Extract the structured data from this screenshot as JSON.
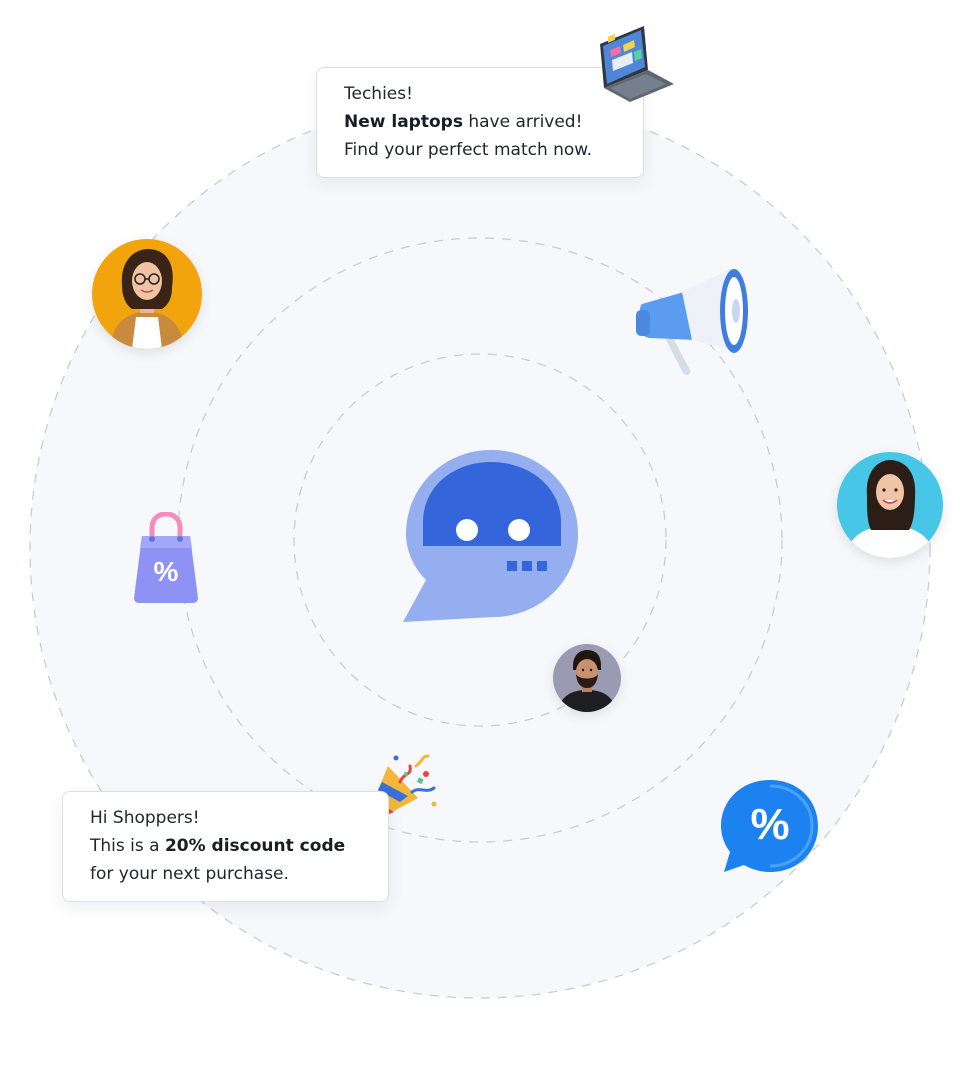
{
  "cards": {
    "laptops": {
      "line1": "Techies!",
      "line2_bold": "New laptops",
      "line2_rest": " have arrived!",
      "line3": "Find your perfect match now."
    },
    "discount": {
      "line1": "Hi Shoppers!",
      "line2_pre": "This is a ",
      "line2_bold": "20% discount code",
      "line3": "for your next purchase."
    }
  },
  "icons": {
    "center": "chatbot-bubble-icon",
    "laptop": "laptop-icon",
    "megaphone": "megaphone-icon",
    "bag": "shopping-bag-discount-icon",
    "party": "party-popper-icon",
    "percent_bubble": "percent-chat-bubble-icon"
  },
  "badges": {
    "bag_symbol": "%",
    "percent_symbol": "%"
  },
  "colors": {
    "bot_outer": "#95aef0",
    "bot_inner": "#3363d9",
    "orbit_dash": "#c7cbd2",
    "halo": "#f6f8fb",
    "bag": "#8e92f5",
    "percent_bubble": "#1c82f0",
    "megaphone": "#5b9bf0"
  }
}
